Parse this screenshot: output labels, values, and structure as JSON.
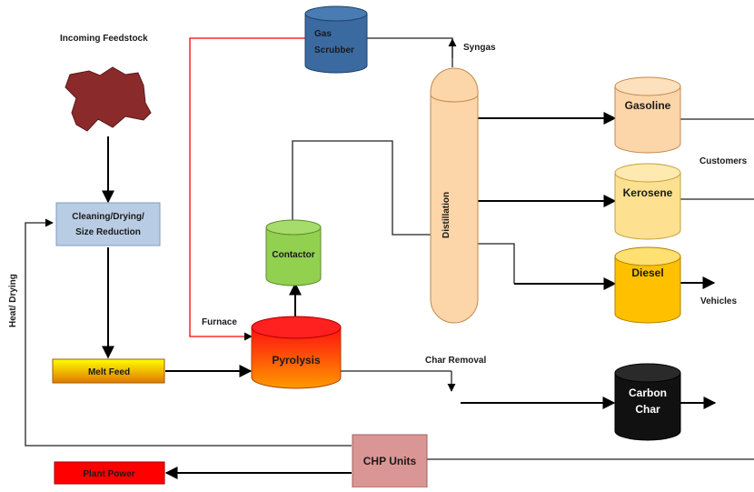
{
  "labels": {
    "incoming_feedstock": "Incoming Feedstock",
    "cleaning_line1": "Cleaning/Drying/",
    "cleaning_line2": "Size Reduction",
    "melt_feed": "Melt Feed",
    "heat_drying": "Heat/ Drying",
    "furnace": "Furnace",
    "pyrolysis": "Pyrolysis",
    "contactor": "Contactor",
    "gas_line1": "Gas",
    "gas_line2": "Scrubber",
    "syngas": "Syngas",
    "distillation": "Distillation",
    "gasoline": "Gasoline",
    "kerosene": "Kerosene",
    "diesel": "Diesel",
    "customers": "Customers",
    "vehicles": "Vehicles",
    "char_removal": "Char Removal",
    "carbon_line1": "Carbon",
    "carbon_line2": "Char",
    "chp_units": "CHP Units",
    "plant_power": "Plant Power"
  },
  "colors": {
    "feedstock": "#8b2a2a",
    "cleaning": "#b8cce4",
    "melt_feed_top": "#ffff00",
    "melt_feed_bottom": "#e07800",
    "pyrolysis_top": "#ff1010",
    "pyrolysis_bottom": "#ff9000",
    "contactor": "#92d050",
    "gas_scrubber": "#3a6aa0",
    "distillation": "#fcd5a8",
    "gasoline": "#fcd5a8",
    "kerosene": "#fde090",
    "diesel": "#ffc000",
    "carbon_char": "#111111",
    "chp_units": "#d99694",
    "plant_power": "#ff0000",
    "furnace_line": "#ff0000"
  }
}
